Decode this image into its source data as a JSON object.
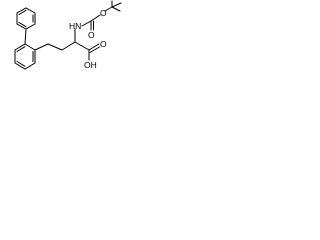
{
  "molecule": {
    "labels": {
      "nh": "HN",
      "o_carbamate": "O",
      "o_carbonyl": "O",
      "o_acid_carbonyl": "O",
      "o_hydroxyl": "OH"
    },
    "colors": {
      "bond": "#000000",
      "background": "#ffffff"
    }
  }
}
